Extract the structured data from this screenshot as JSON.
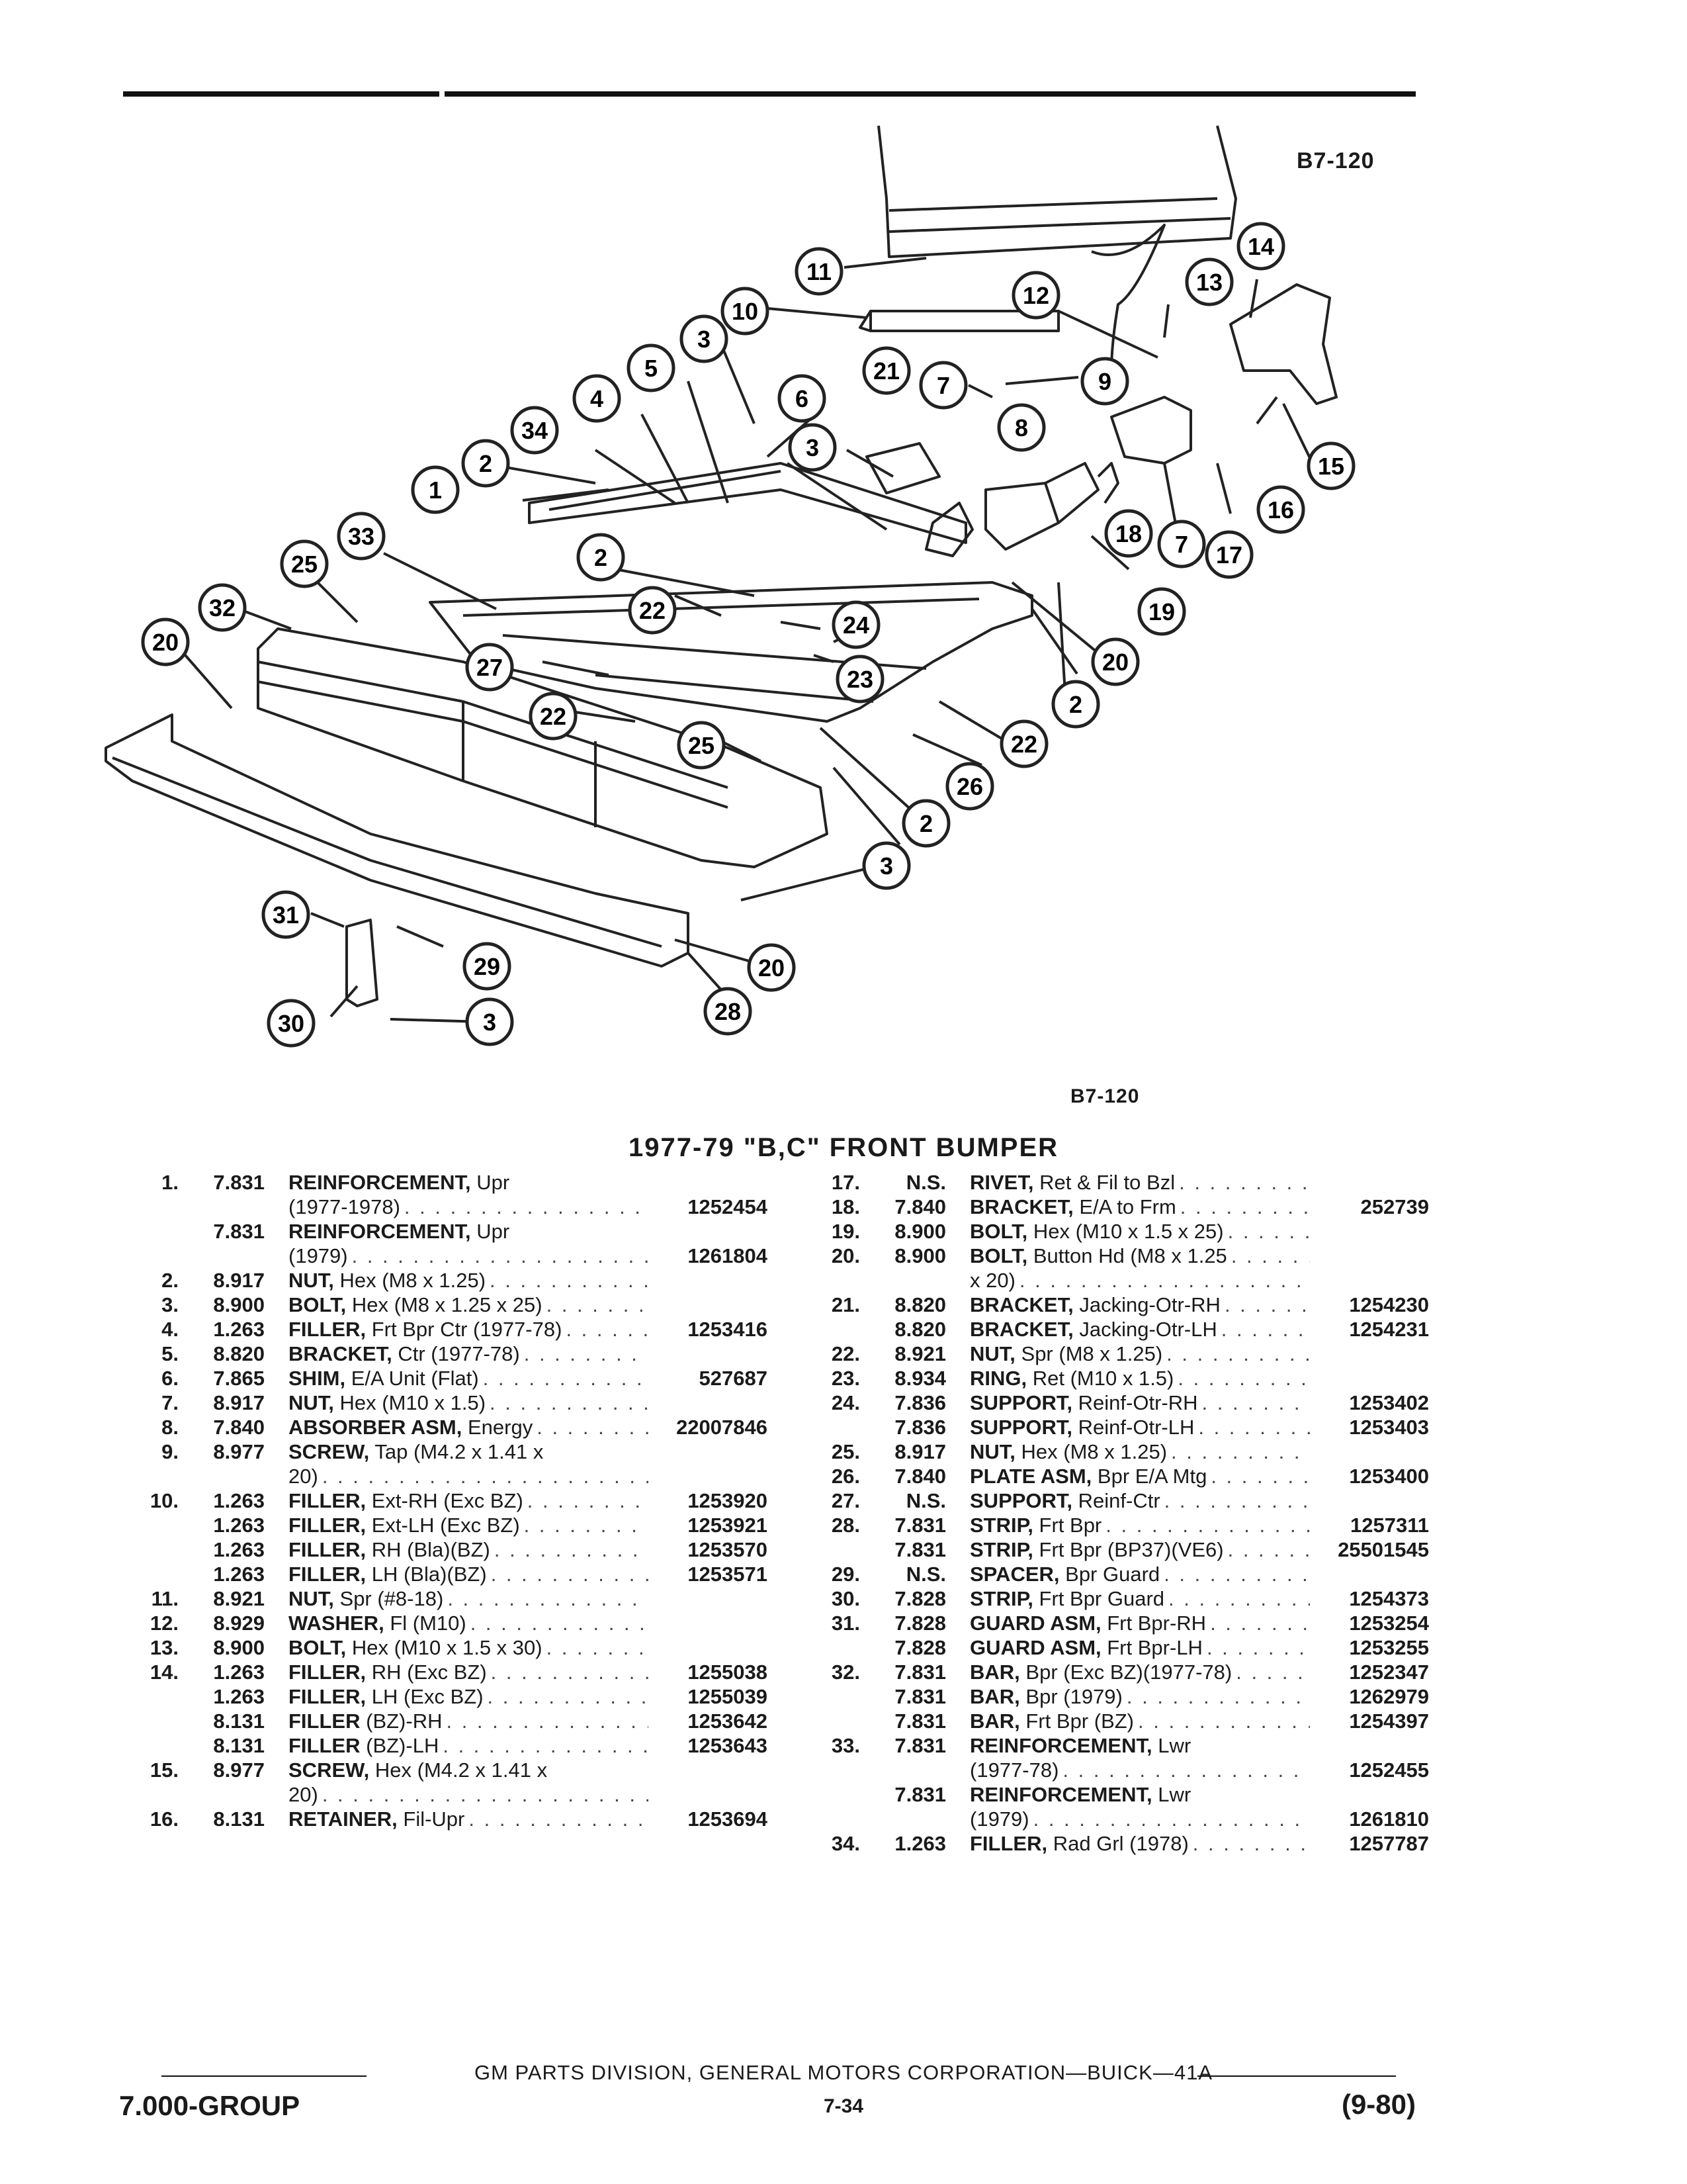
{
  "diagram": {
    "code_top": "B7-120",
    "code_bottom": "B7-120",
    "callouts": [
      "1",
      "2",
      "3",
      "4",
      "5",
      "6",
      "7",
      "8",
      "9",
      "10",
      "11",
      "12",
      "13",
      "14",
      "15",
      "16",
      "17",
      "18",
      "19",
      "20",
      "21",
      "22",
      "23",
      "24",
      "25",
      "26",
      "27",
      "28",
      "29",
      "30",
      "31",
      "32",
      "33",
      "34"
    ]
  },
  "title": "1977-79 \"B,C\" FRONT BUMPER",
  "left_column": [
    {
      "no": "1.",
      "grp": "7.831",
      "name": "REINFORCEMENT,",
      "desc": "Upr",
      "pn": ""
    },
    {
      "no": "",
      "grp": "",
      "name": "",
      "desc": "(1977-1978)",
      "pn": "1252454"
    },
    {
      "no": "",
      "grp": "7.831",
      "name": "REINFORCEMENT,",
      "desc": "Upr",
      "pn": ""
    },
    {
      "no": "",
      "grp": "",
      "name": "",
      "desc": "(1979)",
      "pn": "1261804"
    },
    {
      "no": "2.",
      "grp": "8.917",
      "name": "NUT,",
      "desc": "Hex (M8 x 1.25)",
      "pn": ""
    },
    {
      "no": "3.",
      "grp": "8.900",
      "name": "BOLT,",
      "desc": "Hex (M8 x 1.25 x 25)",
      "pn": ""
    },
    {
      "no": "4.",
      "grp": "1.263",
      "name": "FILLER,",
      "desc": "Frt Bpr Ctr (1977-78)",
      "pn": "1253416"
    },
    {
      "no": "5.",
      "grp": "8.820",
      "name": "BRACKET,",
      "desc": "Ctr (1977-78)",
      "pn": ""
    },
    {
      "no": "6.",
      "grp": "7.865",
      "name": "SHIM,",
      "desc": "E/A Unit (Flat)",
      "pn": "527687"
    },
    {
      "no": "7.",
      "grp": "8.917",
      "name": "NUT,",
      "desc": "Hex (M10 x 1.5)",
      "pn": ""
    },
    {
      "no": "8.",
      "grp": "7.840",
      "name": "ABSORBER ASM,",
      "desc": "Energy",
      "pn": "22007846"
    },
    {
      "no": "9.",
      "grp": "8.977",
      "name": "SCREW,",
      "desc": "Tap (M4.2 x 1.41 x",
      "pn": ""
    },
    {
      "no": "",
      "grp": "",
      "name": "",
      "desc": "20)",
      "pn": ""
    },
    {
      "no": "10.",
      "grp": "1.263",
      "name": "FILLER,",
      "desc": "Ext-RH (Exc BZ)",
      "pn": "1253920"
    },
    {
      "no": "",
      "grp": "1.263",
      "name": "FILLER,",
      "desc": "Ext-LH (Exc BZ)",
      "pn": "1253921"
    },
    {
      "no": "",
      "grp": "1.263",
      "name": "FILLER,",
      "desc": "RH (Bla)(BZ)",
      "pn": "1253570"
    },
    {
      "no": "",
      "grp": "1.263",
      "name": "FILLER,",
      "desc": "LH (Bla)(BZ)",
      "pn": "1253571"
    },
    {
      "no": "11.",
      "grp": "8.921",
      "name": "NUT,",
      "desc": "Spr (#8-18)",
      "pn": ""
    },
    {
      "no": "12.",
      "grp": "8.929",
      "name": "WASHER,",
      "desc": "Fl (M10)",
      "pn": ""
    },
    {
      "no": "13.",
      "grp": "8.900",
      "name": "BOLT,",
      "desc": "Hex (M10 x 1.5 x 30)",
      "pn": ""
    },
    {
      "no": "14.",
      "grp": "1.263",
      "name": "FILLER,",
      "desc": "RH (Exc BZ)",
      "pn": "1255038"
    },
    {
      "no": "",
      "grp": "1.263",
      "name": "FILLER,",
      "desc": "LH (Exc BZ)",
      "pn": "1255039"
    },
    {
      "no": "",
      "grp": "8.131",
      "name": "FILLER",
      "desc": "(BZ)-RH",
      "pn": "1253642"
    },
    {
      "no": "",
      "grp": "8.131",
      "name": "FILLER",
      "desc": "(BZ)-LH",
      "pn": "1253643"
    },
    {
      "no": "15.",
      "grp": "8.977",
      "name": "SCREW,",
      "desc": "Hex (M4.2 x 1.41 x",
      "pn": ""
    },
    {
      "no": "",
      "grp": "",
      "name": "",
      "desc": "20)",
      "pn": ""
    },
    {
      "no": "16.",
      "grp": "8.131",
      "name": "RETAINER,",
      "desc": "Fil-Upr",
      "pn": "1253694"
    }
  ],
  "right_column": [
    {
      "no": "17.",
      "grp": "N.S.",
      "name": "RIVET,",
      "desc": "Ret & Fil to Bzl",
      "pn": ""
    },
    {
      "no": "18.",
      "grp": "7.840",
      "name": "BRACKET,",
      "desc": "E/A to Frm",
      "pn": "252739"
    },
    {
      "no": "19.",
      "grp": "8.900",
      "name": "BOLT,",
      "desc": "Hex (M10 x 1.5 x 25)",
      "pn": ""
    },
    {
      "no": "20.",
      "grp": "8.900",
      "name": "BOLT,",
      "desc": "Button Hd (M8 x 1.25",
      "pn": ""
    },
    {
      "no": "",
      "grp": "",
      "name": "",
      "desc": "x 20)",
      "pn": ""
    },
    {
      "no": "21.",
      "grp": "8.820",
      "name": "BRACKET,",
      "desc": "Jacking-Otr-RH",
      "pn": "1254230"
    },
    {
      "no": "",
      "grp": "8.820",
      "name": "BRACKET,",
      "desc": "Jacking-Otr-LH",
      "pn": "1254231"
    },
    {
      "no": "22.",
      "grp": "8.921",
      "name": "NUT,",
      "desc": "Spr (M8 x 1.25)",
      "pn": ""
    },
    {
      "no": "23.",
      "grp": "8.934",
      "name": "RING,",
      "desc": "Ret (M10 x 1.5)",
      "pn": ""
    },
    {
      "no": "24.",
      "grp": "7.836",
      "name": "SUPPORT,",
      "desc": "Reinf-Otr-RH",
      "pn": "1253402"
    },
    {
      "no": "",
      "grp": "7.836",
      "name": "SUPPORT,",
      "desc": "Reinf-Otr-LH",
      "pn": "1253403"
    },
    {
      "no": "25.",
      "grp": "8.917",
      "name": "NUT,",
      "desc": "Hex (M8 x 1.25)",
      "pn": ""
    },
    {
      "no": "26.",
      "grp": "7.840",
      "name": "PLATE ASM,",
      "desc": "Bpr E/A Mtg",
      "pn": "1253400"
    },
    {
      "no": "27.",
      "grp": "N.S.",
      "name": "SUPPORT,",
      "desc": "Reinf-Ctr",
      "pn": ""
    },
    {
      "no": "28.",
      "grp": "7.831",
      "name": "STRIP,",
      "desc": "Frt Bpr",
      "pn": "1257311"
    },
    {
      "no": "",
      "grp": "7.831",
      "name": "STRIP,",
      "desc": "Frt Bpr (BP37)(VE6)",
      "pn": "25501545"
    },
    {
      "no": "29.",
      "grp": "N.S.",
      "name": "SPACER,",
      "desc": "Bpr Guard",
      "pn": ""
    },
    {
      "no": "30.",
      "grp": "7.828",
      "name": "STRIP,",
      "desc": "Frt Bpr Guard",
      "pn": "1254373"
    },
    {
      "no": "31.",
      "grp": "7.828",
      "name": "GUARD ASM,",
      "desc": "Frt Bpr-RH",
      "pn": "1253254"
    },
    {
      "no": "",
      "grp": "7.828",
      "name": "GUARD ASM,",
      "desc": "Frt Bpr-LH",
      "pn": "1253255"
    },
    {
      "no": "32.",
      "grp": "7.831",
      "name": "BAR,",
      "desc": "Bpr (Exc BZ)(1977-78)",
      "pn": "1252347"
    },
    {
      "no": "",
      "grp": "7.831",
      "name": "BAR,",
      "desc": "Bpr (1979)",
      "pn": "1262979"
    },
    {
      "no": "",
      "grp": "7.831",
      "name": "BAR,",
      "desc": "Frt Bpr (BZ)",
      "pn": "1254397"
    },
    {
      "no": "33.",
      "grp": "7.831",
      "name": "REINFORCEMENT,",
      "desc": "Lwr",
      "pn": ""
    },
    {
      "no": "",
      "grp": "",
      "name": "",
      "desc": "(1977-78)",
      "pn": "1252455"
    },
    {
      "no": "",
      "grp": "7.831",
      "name": "REINFORCEMENT,",
      "desc": "Lwr",
      "pn": ""
    },
    {
      "no": "",
      "grp": "",
      "name": "",
      "desc": "(1979)",
      "pn": "1261810"
    },
    {
      "no": "34.",
      "grp": "1.263",
      "name": "FILLER,",
      "desc": "Rad Grl (1978)",
      "pn": "1257787"
    }
  ],
  "footer": {
    "center": "GM PARTS DIVISION, GENERAL MOTORS CORPORATION—BUICK—41A",
    "group": "7.000-GROUP",
    "page": "7-34",
    "date": "(9-80)"
  }
}
